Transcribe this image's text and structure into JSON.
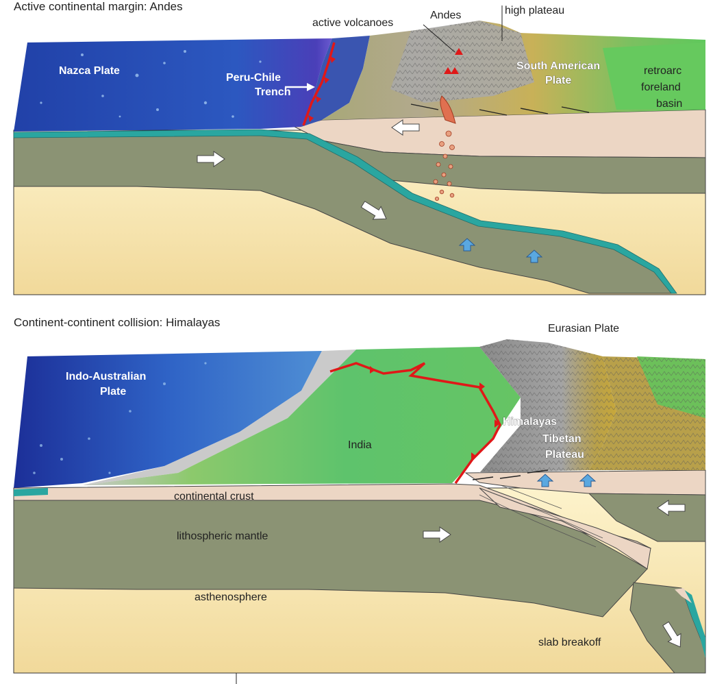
{
  "panels": [
    {
      "title": "Active continental margin: Andes",
      "labels": {
        "nazca": "Nazca Plate",
        "trench": [
          "Peru-Chile",
          "Trench"
        ],
        "volcanoes": "active volcanoes",
        "andes": "Andes",
        "plateau": "high plateau",
        "south_american": [
          "South American",
          "Plate"
        ],
        "foreland": [
          "retroarc",
          "foreland",
          "basin"
        ]
      }
    },
    {
      "title": "Continent-continent collision: Himalayas",
      "labels": {
        "eurasian": "Eurasian Plate",
        "indo": [
          "Indo-Australian",
          "Plate"
        ],
        "india": "India",
        "himalayas": "Himalayas",
        "tibetan": [
          "Tibetan",
          "Plateau"
        ],
        "crust": "continental crust",
        "mantle": "lithospheric mantle",
        "astheno": "asthenosphere",
        "breakoff": "slab breakoff"
      }
    }
  ],
  "colors": {
    "ocean_deep": "#1f3aa0",
    "ocean_light": "#3a7fd0",
    "land_green": "#5cc46a",
    "mountain_gray": "#9a9a9a",
    "crust": "#ecd6c4",
    "mantle": "#8b9374",
    "asthenosphere": "#f8e9b8",
    "oceanic_crust": "#2aa6a0",
    "fault_red": "#e01818"
  }
}
